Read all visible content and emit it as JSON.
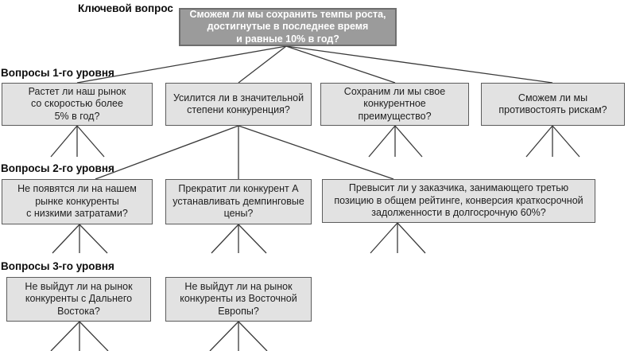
{
  "key": {
    "label": "Ключевой вопрос",
    "question": "Сможем ли мы сохранить темпы роста,\nдостигнутые в последнее время\nи равные 10% в год?"
  },
  "levels": [
    {
      "label": "Вопросы 1-го уровня",
      "questions": [
        "Растет ли наш рынок\nсо скоростью более\n5% в год?",
        "Усилится ли в значительной\nстепени конкуренция?",
        "Сохраним ли мы свое\nконкурентное\nпреимущество?",
        "Сможем ли мы\nпротивостоять рискам?"
      ]
    },
    {
      "label": "Вопросы 2-го уровня",
      "questions": [
        "Не появятся ли на нашем\nрынке конкуренты\nс низкими затратами?",
        "Прекратит ли конкурент А\nустанавливать демпинговые\nцены?",
        "Превысит ли у заказчика, занимающего третью\nпозицию в общем рейтинге, конверсия краткосрочной\nзадолженности в долгосрочную 60%?"
      ]
    },
    {
      "label": "Вопросы 3-го уровня",
      "questions": [
        "Не выйдут ли на рынок\nконкуренты с Дальнего\nВостока?",
        "Не выйдут ли на рынок\nконкуренты из Восточной\nЕвропы?"
      ]
    }
  ],
  "colors": {
    "key_box_fill": "#9b9b9b",
    "key_box_border": "#6e6e6e",
    "key_box_text": "#ffffff",
    "question_box_fill": "#e2e2e2",
    "question_box_border": "#5c5c5c",
    "question_box_text": "#1e1e1e",
    "connector": "#3a3a3a",
    "label_text": "#0d0d0d",
    "page_bg": "#ffffff"
  }
}
